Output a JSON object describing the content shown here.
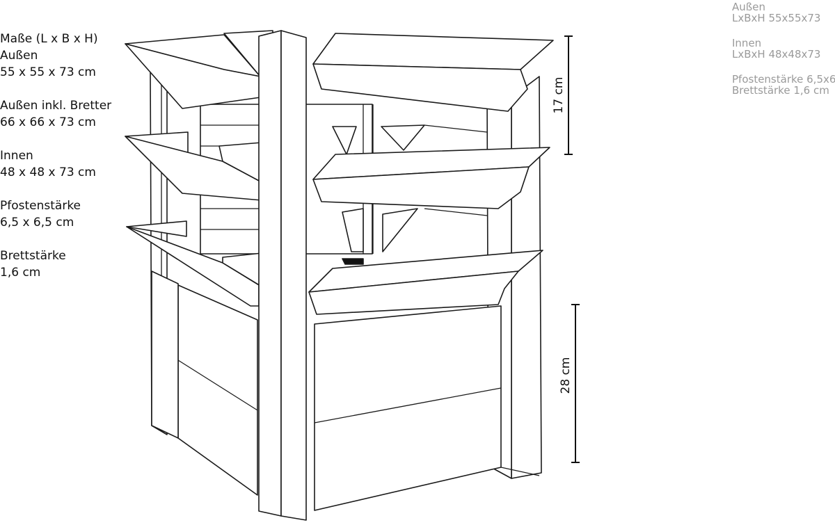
{
  "specs": {
    "heading": "Maße (L x B x H)",
    "outer_label": "Außen",
    "outer_value": "55 x 55 x 73 cm",
    "outer_boards_label": "Außen inkl. Bretter",
    "outer_boards_value": "66 x 66 x 73 cm",
    "inner_label": "Innen",
    "inner_value": "48 x 48 x 73 cm",
    "post_label": "Pfostenstärke",
    "post_value": "6,5 x 6,5 cm",
    "board_label": "Brettstärke",
    "board_value": "1,6 cm"
  },
  "faded_notes": {
    "outer_label": "Außen",
    "outer_value": "LxBxH 55x55x73",
    "inner_label": "Innen",
    "inner_value": "LxBxH 48x48x73",
    "post_value": "Pfostenstärke 6,5x6",
    "board_value": "Brettstärke 1,6 cm"
  },
  "dimensions": {
    "upper": "17 cm",
    "lower": "28 cm"
  }
}
